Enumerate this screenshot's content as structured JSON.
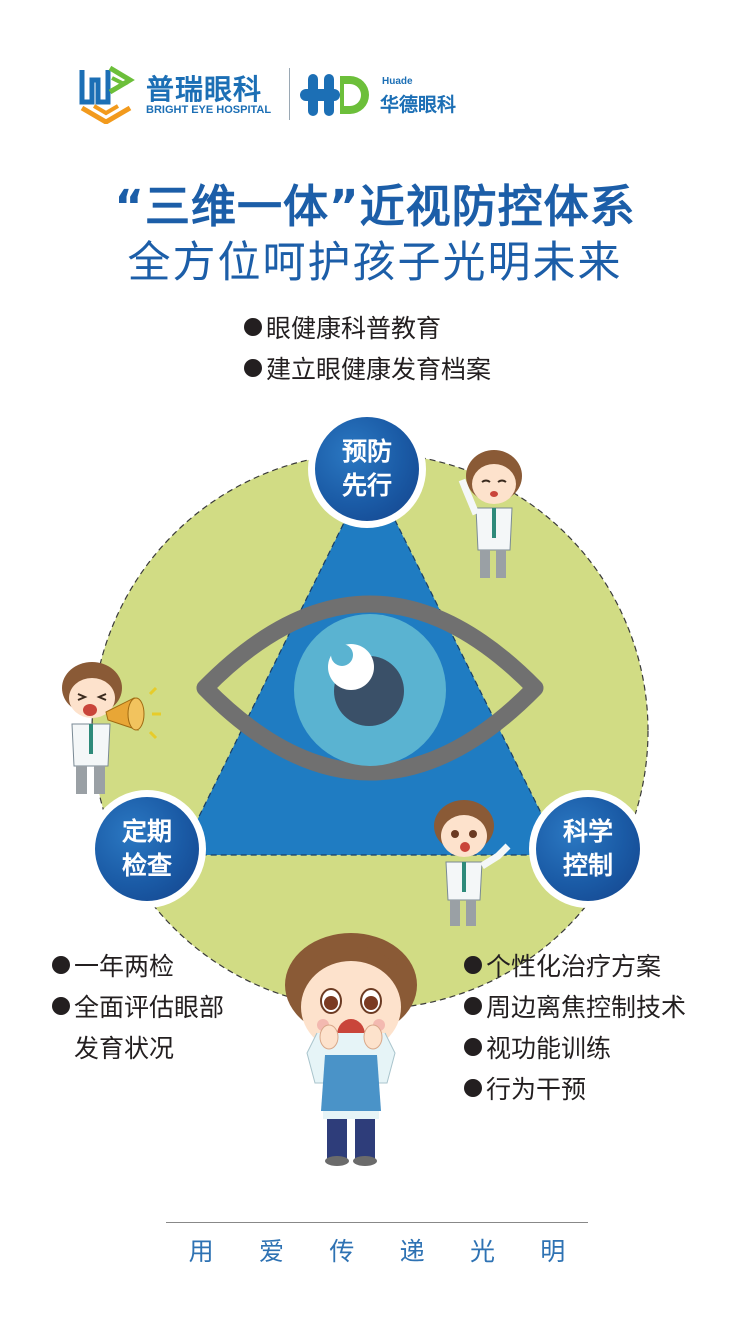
{
  "header": {
    "logo_left_cn": "普瑞眼科",
    "logo_left_en": "BRIGHT EYE HOSPITAL",
    "logo_right_en": "Huade",
    "logo_right_cn": "华德眼科",
    "logo_right_mark": "HD"
  },
  "title": {
    "line1": "“三维一体”近视防控体系",
    "line2": "全方位呵护孩子光明未来"
  },
  "pillars": {
    "top": {
      "line1": "预防",
      "line2": "先行"
    },
    "left": {
      "line1": "定期",
      "line2": "检查"
    },
    "right": {
      "line1": "科学",
      "line2": "控制"
    }
  },
  "bullets": {
    "top": [
      "眼健康科普教育",
      "建立眼健康发育档案"
    ],
    "left": [
      "一年两检",
      "全面评估眼部",
      "发育状况"
    ],
    "right": [
      "个性化治疗方案",
      "周边离焦控制技术",
      "视功能训练",
      "行为干预"
    ]
  },
  "footer": {
    "slogan": [
      "用",
      "爱",
      "传",
      "递",
      "光",
      "明"
    ]
  },
  "colors": {
    "brand_blue": "#1c5ea8",
    "circle_green": "#d1dc84",
    "triangle_blue": "#1f7cc2",
    "iris": "#5ab3d1",
    "pupil": "#3a5068",
    "eye_outline": "#707070",
    "logo_green": "#6cbf3a",
    "logo_orange": "#f29a1d"
  },
  "icons": [
    "bright-eye-logo-icon",
    "hd-logo-icon",
    "eye-icon",
    "doctor-illustration",
    "child-illustration",
    "megaphone-icon"
  ]
}
